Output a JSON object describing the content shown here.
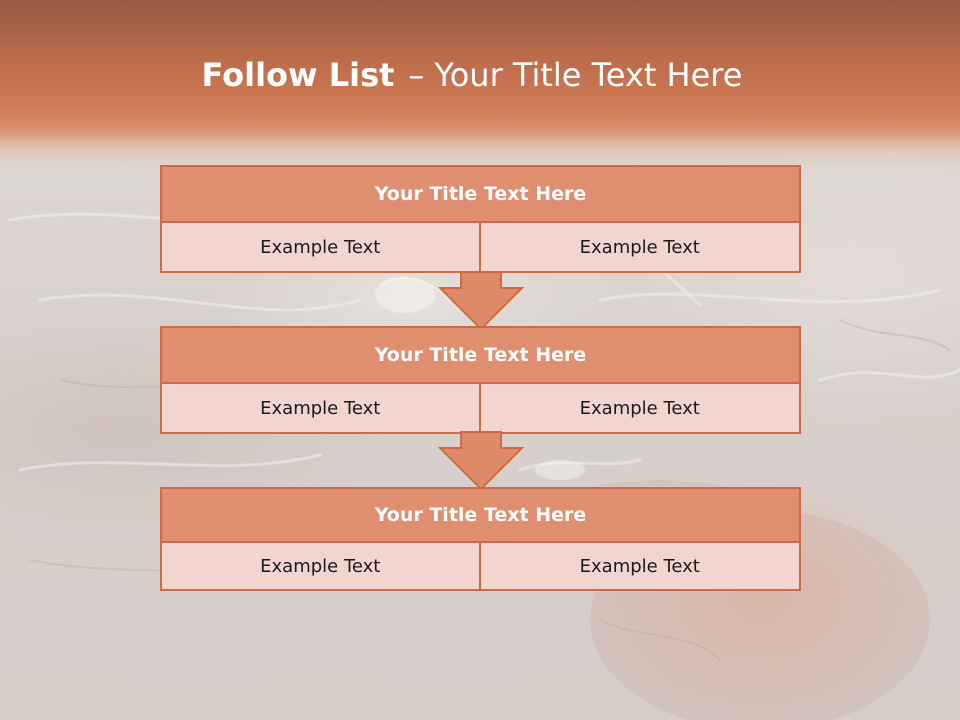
{
  "slide": {
    "title_bold": "Follow List",
    "title_dash": "–",
    "title_rest": "Your Title Text Here"
  },
  "blocks": [
    {
      "title": "Your Title Text Here",
      "left": "Example Text",
      "right": "Example Text"
    },
    {
      "title": "Your Title Text Here",
      "left": "Example Text",
      "right": "Example Text"
    },
    {
      "title": "Your Title Text Here",
      "left": "Example Text",
      "right": "Example Text"
    }
  ],
  "colors": {
    "header": "#d07a55",
    "block_title_fill": "#df8f70",
    "block_border": "#cf6a46",
    "block_cell_fill": "#f2d5cf",
    "arrow_fill": "#de8a69"
  }
}
